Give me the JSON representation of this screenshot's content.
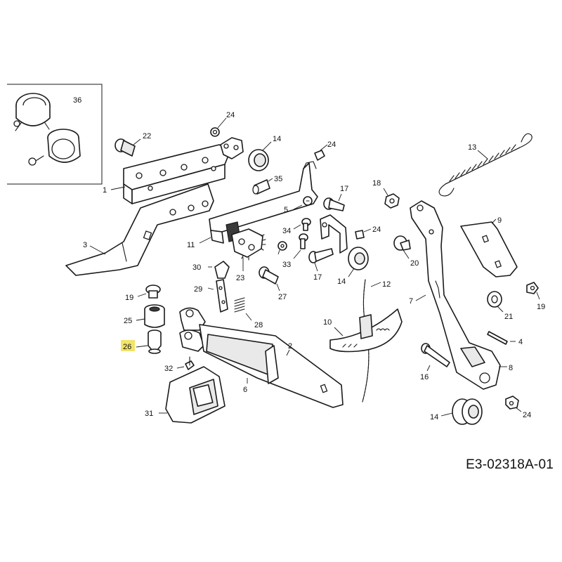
{
  "drawing_code": "E3-02318A-01",
  "highlight_color": "#f2e36b",
  "line_color": "#1a1a1a",
  "inset": {
    "part_number": "36"
  },
  "callouts": {
    "c1": "1",
    "c2": "2",
    "c3": "3",
    "c4": "4",
    "c5": "5",
    "c6": "6",
    "c7": "7",
    "c8": "8",
    "c9": "9",
    "c10": "10",
    "c11": "11",
    "c12": "12",
    "c13": "13",
    "c14a": "14",
    "c14b": "14",
    "c14c": "14",
    "c16": "16",
    "c17a": "17",
    "c17b": "17",
    "c18": "18",
    "c19a": "19",
    "c19b": "19",
    "c20": "20",
    "c21": "21",
    "c22": "22",
    "c23": "23",
    "c24a": "24",
    "c24b": "24",
    "c24c": "24",
    "c24d": "24",
    "c25": "25",
    "c26": "26",
    "c27": "27",
    "c28": "28",
    "c29": "29",
    "c30": "30",
    "c31": "31",
    "c32": "32",
    "c33": "33",
    "c34": "34",
    "c35": "35"
  },
  "highlighted_part": "26"
}
